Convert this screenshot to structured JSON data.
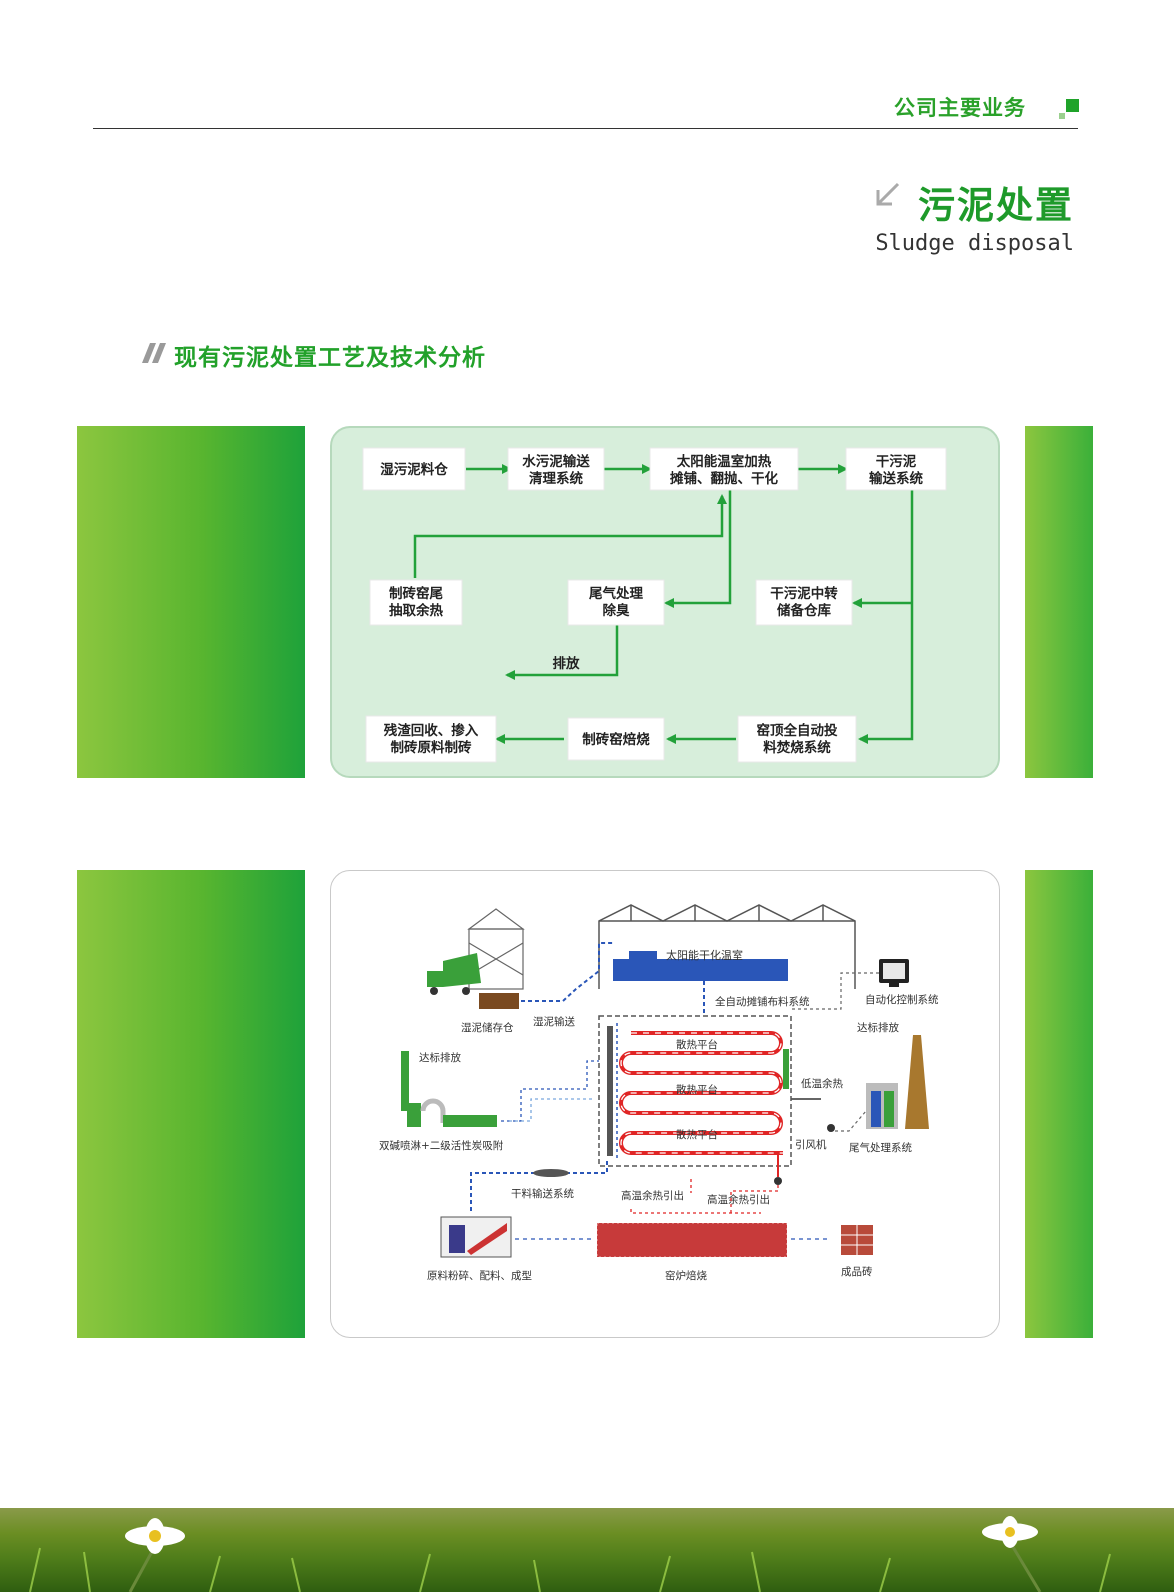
{
  "header": {
    "label": "公司主要业务"
  },
  "title": {
    "main": "污泥处置",
    "sub": "Sludge disposal"
  },
  "section": {
    "heading": "现有污泥处置工艺及技术分析"
  },
  "flowchart": {
    "n1": "湿污泥料仓",
    "n2a": "水污泥输送",
    "n2b": "清理系统",
    "n3a": "太阳能温室加热",
    "n3b": "摊铺、翻抛、干化",
    "n4a": "干污泥",
    "n4b": "输送系统",
    "n5a": "制砖窑尾",
    "n5b": "抽取余热",
    "n6a": "尾气处理",
    "n6b": "除臭",
    "n7a": "干污泥中转",
    "n7b": "储备仓库",
    "emit": "排放",
    "n8a": "残渣回收、掺入",
    "n8b": "制砖原料制砖",
    "n9": "制砖窑焙烧",
    "n10a": "窑顶全自动投",
    "n10b": "料焚烧系统"
  },
  "schematic": {
    "greenhouse": "太阳能干化温室",
    "storage": "湿泥储存仓",
    "wet_transport": "湿泥输送",
    "auto_spread": "全自动摊铺布料系统",
    "auto_control": "自动化控制系统",
    "emit_std": "达标排放",
    "emit_std_right": "达标排放",
    "platform1": "散热平台",
    "platform2": "散热平台",
    "platform3": "散热平台",
    "low_heat": "低温余热",
    "fan": "引风机",
    "tail_gas": "尾气处理系统",
    "spray": "双碱喷淋+二级活性炭吸附",
    "dry_transport": "干料输送系统",
    "high_heat1": "高温余热引出",
    "high_heat2": "高温余热引出",
    "raw_material": "原料粉碎、配料、成型",
    "kiln": "窑炉焙烧",
    "product": "成品砖"
  }
}
